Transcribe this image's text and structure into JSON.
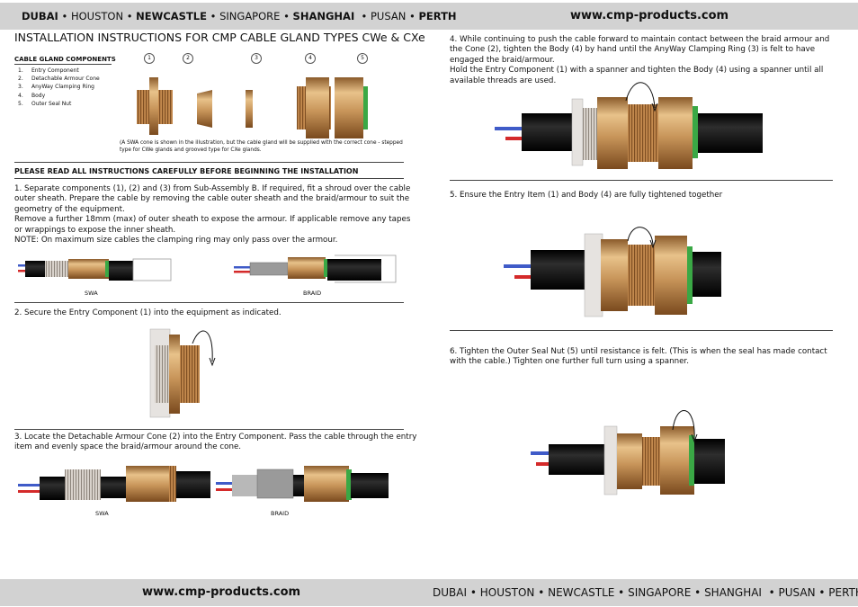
{
  "header": {
    "cities": [
      {
        "name": "DUBAI",
        "bold": true
      },
      {
        "name": "HOUSTON",
        "bold": false
      },
      {
        "name": "NEWCASTLE",
        "bold": true
      },
      {
        "name": "SINGAPORE",
        "bold": false
      },
      {
        "name": "SHANGHAI",
        "bold": true
      },
      {
        "name": "PUSAN",
        "bold": false
      },
      {
        "name": "PERTH",
        "bold": true
      }
    ],
    "sep": "•",
    "url": "www.cmp-products.com"
  },
  "footer": {
    "url": "www.cmp-products.com",
    "cities": [
      "DUBAI",
      "HOUSTON",
      "NEWCASTLE",
      "SINGAPORE",
      "SHANGHAI",
      "PUSAN",
      "PERTH"
    ]
  },
  "title": "INSTALLATION INSTRUCTIONS FOR CMP CABLE GLAND TYPES CWe & CXe",
  "components": {
    "heading": "CABLE GLAND COMPONENTS",
    "items": [
      {
        "n": "1.",
        "label": "Entry Component"
      },
      {
        "n": "2.",
        "label": "Detachable Armour Cone"
      },
      {
        "n": "3.",
        "label": "AnyWay Clamping Ring"
      },
      {
        "n": "4.",
        "label": "Body"
      },
      {
        "n": "5.",
        "label": "Outer Seal Nut"
      }
    ],
    "markers": [
      "1",
      "2",
      "3",
      "4",
      "5"
    ],
    "note": "(A SWA cone is shown in the illustration, but the cable gland will be supplied with the correct cone - stepped type for CWe glands and grooved type for CXe glands."
  },
  "warning": "PLEASE READ ALL INSTRUCTIONS CAREFULLY BEFORE BEGINNING THE INSTALLATION",
  "steps": {
    "s1": [
      "1. Separate components (1), (2) and (3) from Sub-Assembly B.  If required, fit a shroud over the cable outer sheath.  Prepare the cable by removing the cable outer sheath and the braid/armour to suit the geometry of the equipment.",
      "Remove a further 18mm (max) of outer sheath to expose the armour.  If applicable remove any tapes or wrappings to expose the inner sheath.",
      "NOTE: On maximum size cables the clamping ring may only pass over the armour."
    ],
    "s2": "2. Secure the Entry Component (1) into the equipment as indicated.",
    "s3": "3. Locate the Detachable Armour Cone (2) into the Entry Component.  Pass the cable through the entry item and evenly space the braid/armour around the cone.",
    "s4": [
      "4. While continuing to push the cable forward to maintain contact between the braid armour and the Cone (2), tighten the Body (4) by hand until the AnyWay Clamping Ring (3) is felt to have engaged the braid/armour.",
      "Hold the Entry Component (1) with a spanner and tighten the Body (4) using a spanner until all available threads are used."
    ],
    "s5": "5. Ensure the Entry Item (1) and Body (4) are fully tightened together",
    "s6": "6. Tighten the Outer Seal Nut (5) until resistance is felt. (This is when the seal has made contact with the cable.)  Tighten one further full turn using a spanner."
  },
  "captions": {
    "swa": "SWA",
    "braid": "BRAID"
  },
  "colors": {
    "bar": "#d2d2d2",
    "brass": "#c8955a",
    "brass_dark": "#8a5a2a",
    "cable": "#111111",
    "wire_blue": "#3f5bc8",
    "wire_red": "#d42a2a",
    "seal_green": "#3aa845",
    "thread_grey": "#bdb5ad"
  }
}
